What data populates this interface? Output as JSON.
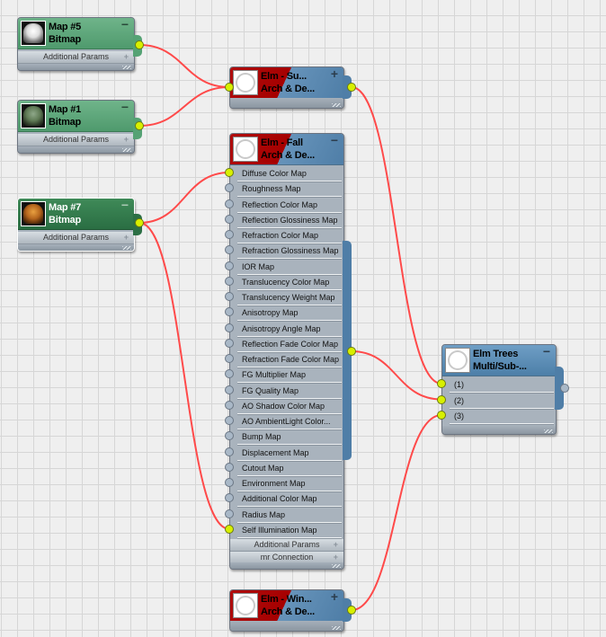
{
  "canvas": {
    "type": "node-editor",
    "grid": true
  },
  "colors": {
    "wire": "#ff4a4a",
    "socket_connected": "#d8f000",
    "socket_unconnected": "#a9b8c7",
    "bitmap_header": "#5aa77a",
    "bitmap_header_selected": "#2f7549",
    "material_header": "#5b88b0",
    "material_accent": "#a60000"
  },
  "nodes": {
    "map5": {
      "title": "Map #5",
      "subtitle": "Bitmap",
      "collapse_icon": "minus",
      "rollout": "Additional Params",
      "rollout_icon": "plus",
      "thumb": "white-tree"
    },
    "map1": {
      "title": "Map #1",
      "subtitle": "Bitmap",
      "collapse_icon": "minus",
      "rollout": "Additional Params",
      "rollout_icon": "plus",
      "thumb": "green-tree"
    },
    "map7": {
      "title": "Map #7",
      "subtitle": "Bitmap",
      "collapse_icon": "minus",
      "rollout": "Additional Params",
      "rollout_icon": "plus",
      "thumb": "orange-tree",
      "selected": true
    },
    "elm_summer": {
      "title": "Elm - Su...",
      "subtitle": "Arch & De...",
      "collapse_icon": "plus"
    },
    "elm_fall": {
      "title": "Elm - Fall",
      "subtitle": "Arch & De...",
      "collapse_icon": "minus",
      "slots": [
        {
          "label": "Diffuse Color Map",
          "connected": true
        },
        {
          "label": "Roughness Map",
          "connected": false
        },
        {
          "label": "Reflection Color Map",
          "connected": false
        },
        {
          "label": "Reflection Glossiness Map",
          "connected": false
        },
        {
          "label": "Refraction Color Map",
          "connected": false
        },
        {
          "label": "Refraction Glossiness Map",
          "connected": false
        },
        {
          "label": "IOR Map",
          "connected": false
        },
        {
          "label": "Translucency Color Map",
          "connected": false
        },
        {
          "label": "Translucency Weight Map",
          "connected": false
        },
        {
          "label": "Anisotropy Map",
          "connected": false
        },
        {
          "label": "Anisotropy Angle Map",
          "connected": false
        },
        {
          "label": "Reflection Fade Color Map",
          "connected": false
        },
        {
          "label": "Refraction Fade Color Map",
          "connected": false
        },
        {
          "label": "FG Multiplier Map",
          "connected": false
        },
        {
          "label": "FG Quality Map",
          "connected": false
        },
        {
          "label": "AO Shadow Color Map",
          "connected": false
        },
        {
          "label": "AO AmbientLight Color...",
          "connected": false
        },
        {
          "label": "Bump Map",
          "connected": false
        },
        {
          "label": "Displacement Map",
          "connected": false
        },
        {
          "label": "Cutout Map",
          "connected": false
        },
        {
          "label": "Environment Map",
          "connected": false
        },
        {
          "label": "Additional Color Map",
          "connected": false
        },
        {
          "label": "Radius Map",
          "connected": false
        },
        {
          "label": "Self Illumination Map",
          "connected": true
        }
      ],
      "rollouts": [
        {
          "label": "Additional Params",
          "icon": "plus"
        },
        {
          "label": "mr Connection",
          "icon": "plus"
        }
      ]
    },
    "elm_winter": {
      "title": "Elm - Win...",
      "subtitle": "Arch & De...",
      "collapse_icon": "plus"
    },
    "elm_trees": {
      "title": "Elm Trees",
      "subtitle": "Multi/Sub-...",
      "collapse_icon": "minus",
      "slots": [
        {
          "label": "(1)",
          "connected": true
        },
        {
          "label": "(2)",
          "connected": true
        },
        {
          "label": "(3)",
          "connected": true
        }
      ]
    }
  },
  "wires": [
    {
      "from": "map5.out",
      "to": "elm_summer.in"
    },
    {
      "from": "map1.out",
      "to": "elm_summer.in"
    },
    {
      "from": "map7.out",
      "to": "elm_fall.Diffuse Color Map"
    },
    {
      "from": "map7.out",
      "to": "elm_fall.Self Illumination Map"
    },
    {
      "from": "elm_summer.out",
      "to": "elm_trees.(1)"
    },
    {
      "from": "elm_fall.out",
      "to": "elm_trees.(2)"
    },
    {
      "from": "elm_winter.out",
      "to": "elm_trees.(3)"
    }
  ]
}
